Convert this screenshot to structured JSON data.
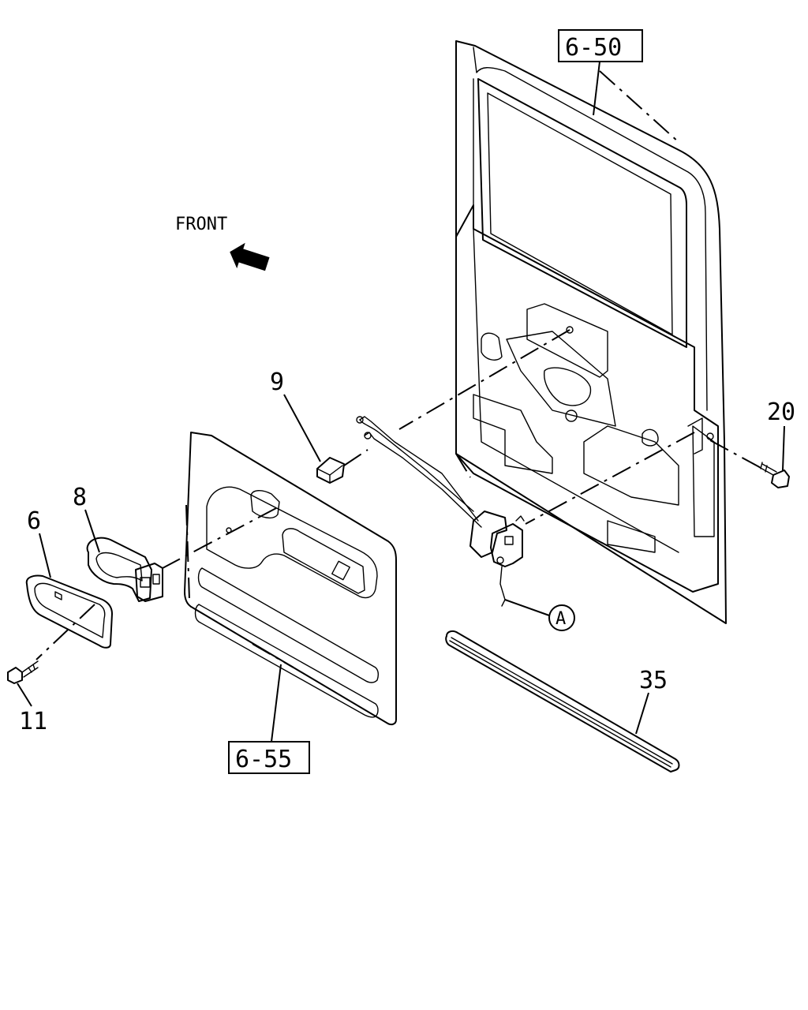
{
  "direction": {
    "label": "FRONT",
    "icon": "arrow-front-icon"
  },
  "callouts": [
    {
      "id": "ref-6-50",
      "text": "6-50",
      "boxed": true
    },
    {
      "id": "ref-6-55",
      "text": "6-55",
      "boxed": true
    },
    {
      "id": "part-9",
      "text": "9",
      "boxed": false
    },
    {
      "id": "part-8",
      "text": "8",
      "boxed": false
    },
    {
      "id": "part-6",
      "text": "6",
      "boxed": false
    },
    {
      "id": "part-11",
      "text": "11",
      "boxed": false
    },
    {
      "id": "part-20",
      "text": "20",
      "boxed": false
    },
    {
      "id": "part-35",
      "text": "35",
      "boxed": false
    },
    {
      "id": "marker-a",
      "text": "A",
      "circled": true
    }
  ]
}
